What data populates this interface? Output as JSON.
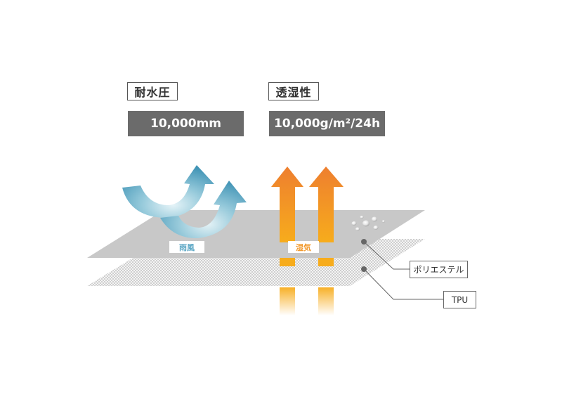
{
  "specs": [
    {
      "label": "耐水圧",
      "value": "10,000mm"
    },
    {
      "label": "透湿性",
      "value": "10,000g/m²/24h"
    }
  ],
  "layers": {
    "top": {
      "name": "ポリエステル",
      "color": "#c8c8c8"
    },
    "bottom": {
      "name": "TPU",
      "pattern": "dotted"
    }
  },
  "flows": {
    "wind_rain": {
      "label": "雨風",
      "color": "#5aa6c4"
    },
    "moisture": {
      "label": "湿気",
      "color": "#f29a2e"
    }
  },
  "colors": {
    "value_box_bg": "#6b6b6b",
    "arrow_blue_dark": "#4c9bbb",
    "arrow_blue_light": "#d8eef4",
    "arrow_orange_top": "#ee7f2f",
    "arrow_orange_bottom": "#f7ac1c",
    "leader_line": "#666666"
  }
}
